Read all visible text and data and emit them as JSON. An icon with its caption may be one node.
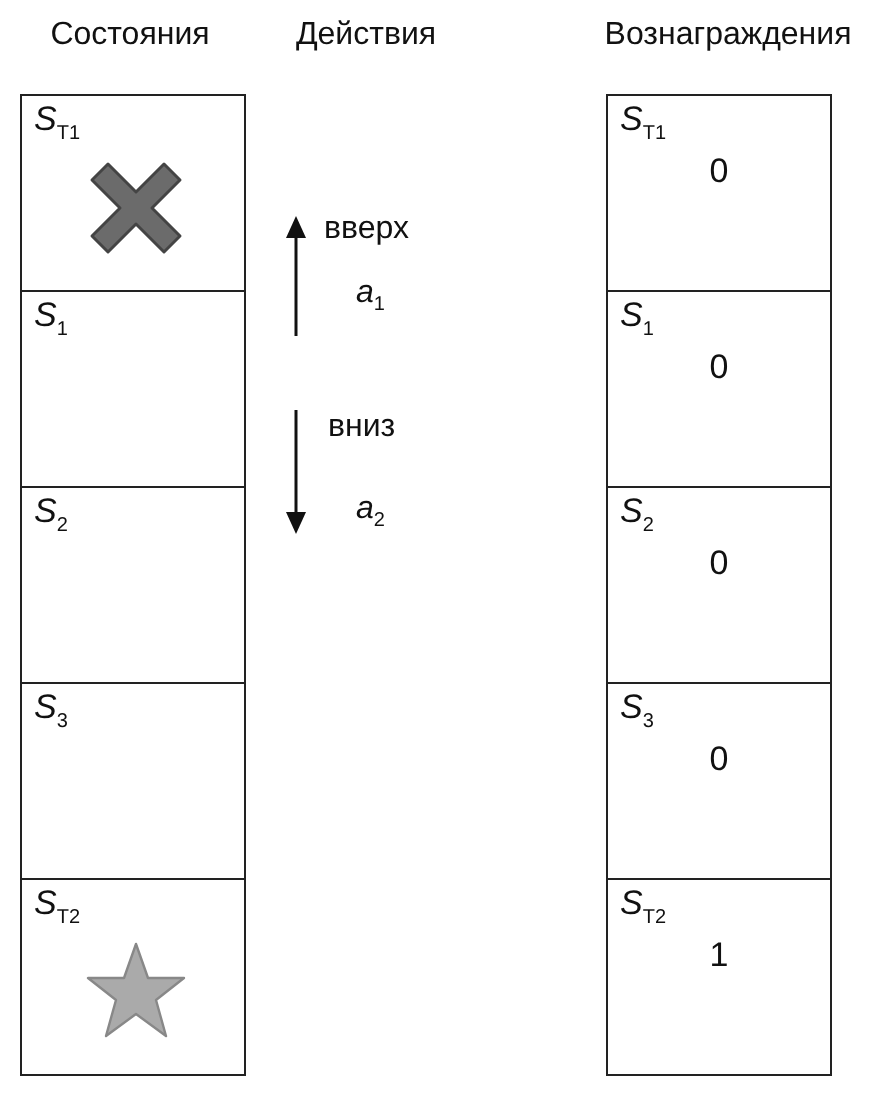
{
  "diagram": {
    "nodes": [
      {
        "text": [
          "*S*$_{T1}$"
        ]
      },
      {
        "text": [
          "*S*$_{1}$"
        ]
      },
      {
        "text": [
          "*S*$_{2}$"
        ]
      },
      {
        "text": [
          "*S*$_{3}$"
        ]
      },
      {
        "text": [
          "*S*$_{T2}$"
        ]
      },
      {
        "text": [
          "*S*$_{T1}$",
          "0"
        ]
      },
      {
        "text": [
          "*S*$_{1}$",
          "0"
        ]
      },
      {
        "text": [
          "*S*$_{2}$",
          "0"
        ]
      },
      {
        "text": [
          "*S*$_{3}$",
          "0"
        ]
      },
      {
        "text": [
          "*S*$_{T2}$",
          "1"
        ]
      }
    ],
    "labels": [
      "Состояния",
      "Действия",
      "Вознаграждения",
      "вверх",
      "*a*$_{1}$",
      "вниз",
      "*a*$_{2}$"
    ]
  }
}
